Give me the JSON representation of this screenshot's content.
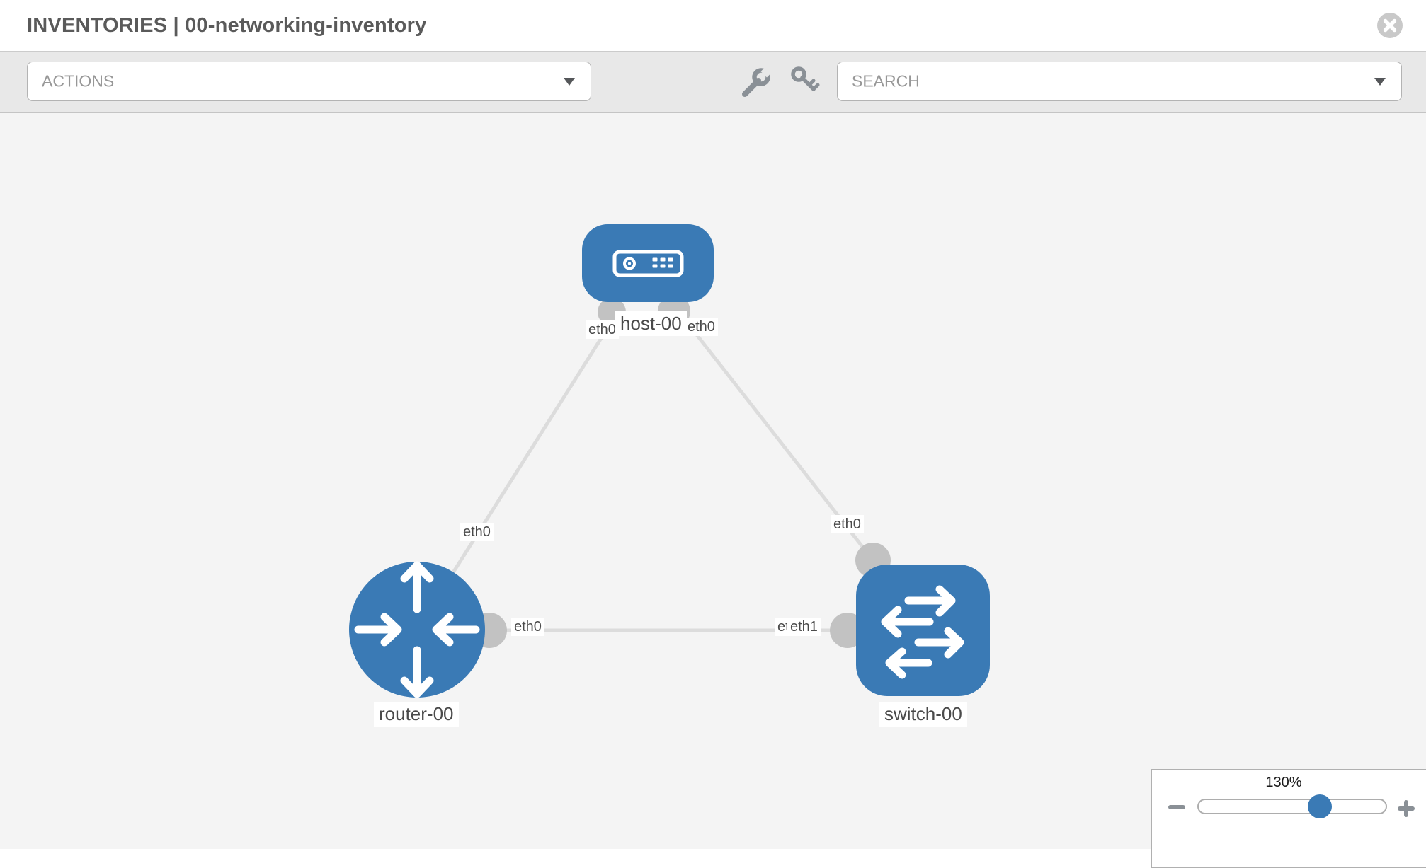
{
  "header": {
    "title": "INVENTORIES | 00-networking-inventory"
  },
  "toolbar": {
    "actions": {
      "label": "ACTIONS"
    },
    "search": {
      "label": "SEARCH"
    }
  },
  "icons": {
    "close": "circle-x",
    "actions_caret": "chevron-down",
    "search_caret": "chevron-down",
    "tool_1": "wrench",
    "tool_2": "key",
    "zoom_out": "minus",
    "zoom_in": "plus"
  },
  "topology": {
    "nodes": [
      {
        "id": "host-00",
        "type": "host",
        "label": "host-00"
      },
      {
        "id": "router-00",
        "type": "router",
        "label": "router-00"
      },
      {
        "id": "switch-00",
        "type": "switch",
        "label": "switch-00"
      }
    ],
    "links": [
      {
        "source": "host-00",
        "source_if": "eth0",
        "target": "router-00",
        "target_if": "eth0"
      },
      {
        "source": "host-00",
        "source_if": "eth0",
        "target": "switch-00",
        "target_if": "eth0"
      },
      {
        "source": "router-00",
        "source_if": "eth0",
        "target": "switch-00",
        "target_if": "eth1"
      }
    ],
    "overlapped_label": "eth0"
  },
  "zoom_control": {
    "value": "130%"
  },
  "colors": {
    "accent": "#3a7ab5",
    "node_blue": "#3a7ab5",
    "port_gray": "#c2c2c2",
    "link_gray": "#dcdcdc",
    "canvas_bg": "#f4f4f4",
    "toolbar_bg": "#e8e8e8",
    "icon_gray": "#8a9096",
    "title_text": "#5a5a5a",
    "control_text": "#979797",
    "chip_text": "#4a4a4a"
  }
}
